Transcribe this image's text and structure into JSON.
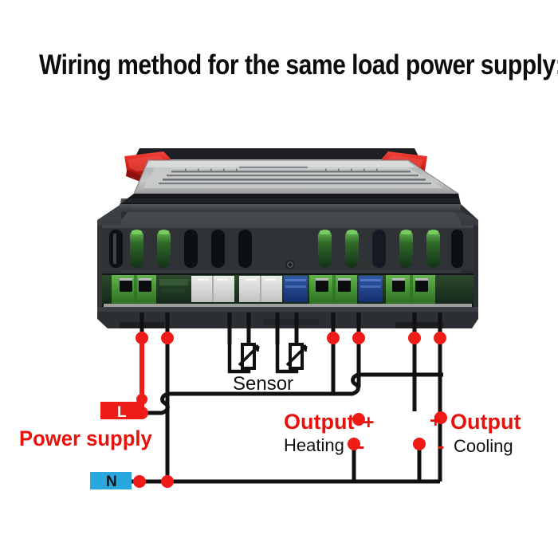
{
  "page": {
    "title": "Wiring method for the same load power supply:",
    "background": "#ffffff"
  },
  "colors": {
    "wire_black": "#111111",
    "wire_live_red": "#ee1c17",
    "junction_dot": "#ef1b17",
    "label_red": "#e8120c",
    "label_black": "#111111",
    "terminal_green": "#4a9b38",
    "terminal_white": "#d8d8d6",
    "terminal_blue": "#1f3f86",
    "device_body": "#3a3d40",
    "device_body_dark": "#24262a",
    "device_faceplate": "#b9bbbd",
    "clip_red": "#e0241d",
    "neutral_box_blue": "#29a8e0"
  },
  "device": {
    "name": "temperature-controller",
    "faceplate_label_text": "",
    "clips": [
      "left-mounting-clip",
      "right-mounting-clip"
    ],
    "vent_slot_count": 11,
    "screw": "body-screw"
  },
  "terminals": {
    "groups": [
      {
        "name": "power-input",
        "color": "green",
        "count": 2
      },
      {
        "name": "sensor-input",
        "color": "white",
        "count": 4
      },
      {
        "name": "heating-output",
        "color": "green",
        "count": 2
      },
      {
        "name": "cooling-output",
        "color": "green",
        "count": 2
      }
    ]
  },
  "labels": {
    "sensor": "Sensor",
    "power_supply": "Power supply",
    "live": "L",
    "neutral": "N",
    "output_heating_title": "Output",
    "output_heating_sub": "Heating",
    "output_cooling_title": "Output",
    "output_cooling_sub": "Cooling",
    "plus": "+",
    "minus": "-"
  },
  "polarity": {
    "heating_plus": "+",
    "heating_minus": "-",
    "cooling_plus": "+",
    "cooling_minus": "-"
  }
}
